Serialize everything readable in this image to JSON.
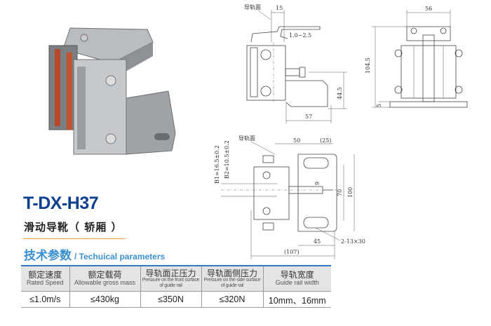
{
  "product": {
    "model": "T-DX-H37",
    "name": "滑动导靴（ 轿厢 ）"
  },
  "section": {
    "title_cn": "技术参数",
    "title_en": "/ Techuical parameters"
  },
  "table": {
    "headers": [
      {
        "cn": "额定速度",
        "en": "Rated Speed"
      },
      {
        "cn": "额定载荷",
        "en": "Allowable gross mass"
      },
      {
        "cn": "导轨面正压力",
        "en": "Pressure on the front surface of guide rail"
      },
      {
        "cn": "导轨面侧压力",
        "en": "Pressure on the side surface of guide rail"
      },
      {
        "cn": "导轨宽度",
        "en": "Guide rail width"
      }
    ],
    "values": [
      "≤1.0m/s",
      "≤430kg",
      "≤350N",
      "≤320N",
      "10mm、16mm"
    ]
  },
  "drawings": {
    "side_view": {
      "rail_face_label": "导轨面",
      "dim_15": "15",
      "dim_gap": "1.0~2.5",
      "dim_height": "44.5",
      "dim_base": "57"
    },
    "front_view": {
      "dim_width": "56",
      "dim_height": "104.5",
      "dim_plate": "5"
    },
    "top_view": {
      "rail_face_label": "导轨面",
      "dim_50": "50",
      "dim_25": "(25)",
      "dim_b1": "B1=16.5±0.2",
      "dim_b2": "B2=10.5±0.2",
      "dim_9": "9",
      "dim_70": "70",
      "dim_100": "100",
      "dim_45": "45",
      "dim_107": "(107)",
      "dim_slots": "2-13×30"
    }
  }
}
